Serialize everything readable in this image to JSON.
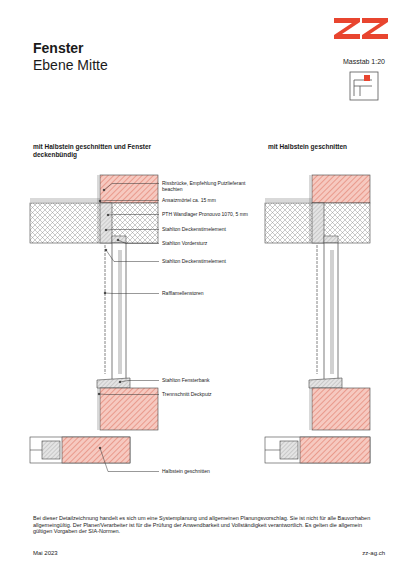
{
  "diagram": {
    "title": "Fenster",
    "labels": [
      "Ebene Mitte",
      "Masstab 1:20",
      "mit Halbstein geschnitten und Fenster deckenbündig",
      "mit Halbstein geschnitten",
      "Rissbrücke, Empfehlung Putzlieferant beachten",
      "Ansatzmörtel ca. 15 mm",
      "PTH Wandlager Pronouvo 1070, 5 mm",
      "Stahlton Deckenstirnelement",
      "Stahlton Vordersturz",
      "Stahlton Deckenstirnelement",
      "Rafflamellenstoren",
      "Stahlton Fensterbank",
      "Trennschnitt Deckputz",
      "Halbstein geschnitten",
      "Bei dieser Detailzeichnung handelt es sich um eine Systemplanung und allgemeinen Planungsvorschlag. Sie ist nicht für alle Bauvorhaben allgemeingültig. Der Planer/Verarbeiter ist für die Prüfung der Anwendbarkeit und Vollständigkeit verantwortlich. Es gelten die allgemein gültigen Vorgaben der SIA-Normen.",
      "Mai 2023",
      "zz-ag.ch"
    ]
  }
}
